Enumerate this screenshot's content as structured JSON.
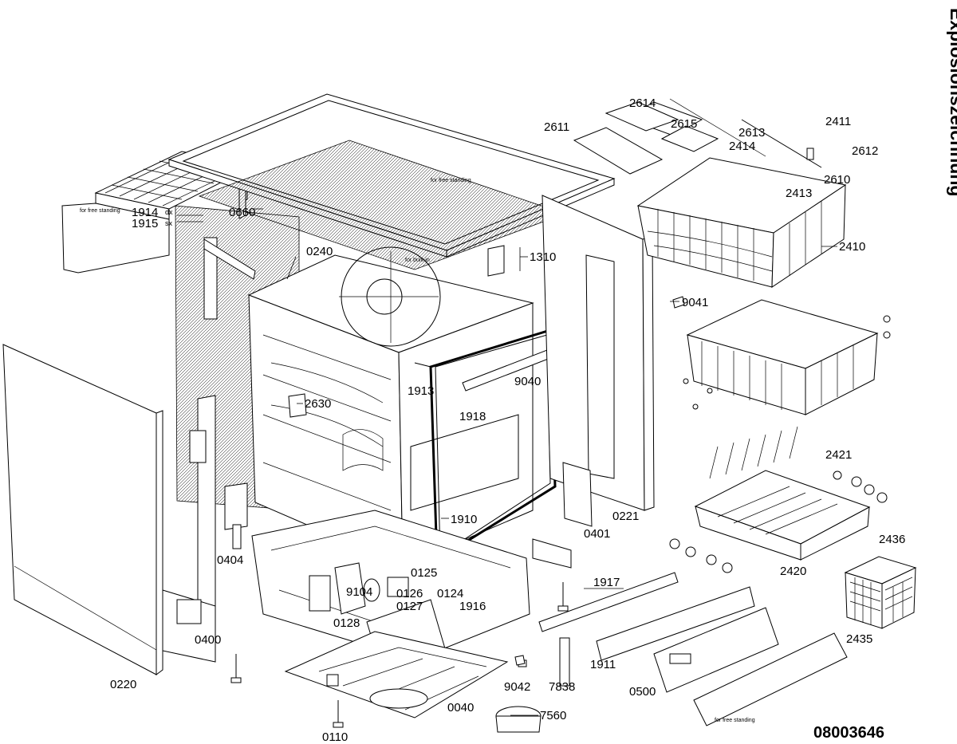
{
  "title": "Explosionszeichnung",
  "document_number": "08003646",
  "notes": {
    "free_standing_top": "for free standing",
    "free_standing_rail": "for free standing",
    "free_standing_plinth": "for free standing",
    "built_in": "for built-in",
    "dx": "dx",
    "sx": "sx"
  },
  "parts": {
    "p2614": "2614",
    "p2615": "2615",
    "p2613": "2613",
    "p2411": "2411",
    "p2611": "2611",
    "p2414": "2414",
    "p2612": "2612",
    "p2610": "2610",
    "p2413": "2413",
    "p0660": "0660",
    "p2410": "2410",
    "p1914": "1914",
    "p1915": "1915",
    "p0240": "0240",
    "p1310": "1310",
    "p9041": "9041",
    "p2630": "2630",
    "p1913": "1913",
    "p9040": "9040",
    "p1918": "1918",
    "p2421": "2421",
    "p1910": "1910",
    "p0221": "0221",
    "p0401": "0401",
    "p2436": "2436",
    "p0404": "0404",
    "p0125": "0125",
    "p9104": "9104",
    "p0126": "0126",
    "p0124": "0124",
    "p1917": "1917",
    "p2420": "2420",
    "p0127": "0127",
    "p1916": "1916",
    "p0128": "0128",
    "p0400": "0400",
    "p2435": "2435",
    "p1911": "1911",
    "p0220": "0220",
    "p9042": "9042",
    "p7838": "7838",
    "p0500": "0500",
    "p0040": "0040",
    "p7560": "7560",
    "p0110": "0110"
  }
}
